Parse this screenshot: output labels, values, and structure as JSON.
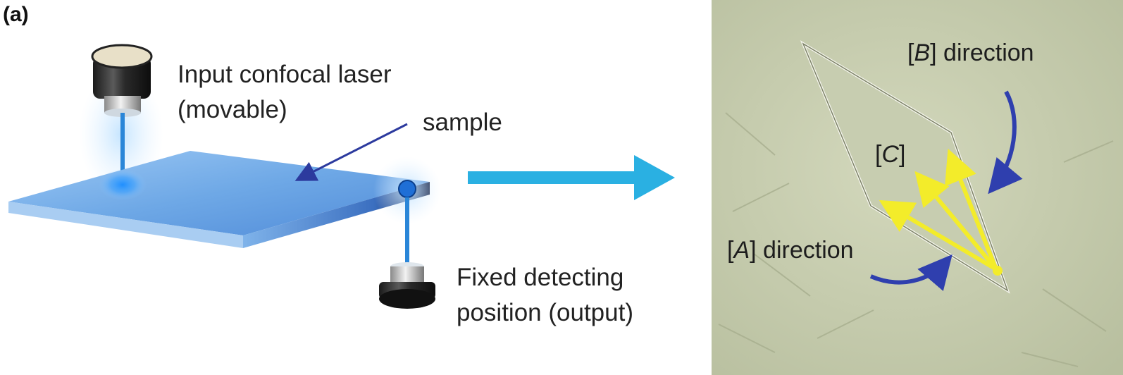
{
  "panel_label": "(a)",
  "schematic": {
    "laser_label_line1": "Input confocal laser",
    "laser_label_line2": "(movable)",
    "sample_label": "sample",
    "detector_label_line1": "Fixed detecting",
    "detector_label_line2": "position (output)"
  },
  "micrograph": {
    "dir_b_letter": "B",
    "dir_b_text": "direction",
    "dir_c_letter": "C",
    "dir_a_letter": "A",
    "dir_a_text": "direction"
  },
  "colors": {
    "arrow_main": "#2ab0e2",
    "slab_top": "#6ea8e6",
    "curved_arrow": "#2f3fae",
    "yellow_arrow": "#f3ec2a",
    "micro_bg": "#c9cfb0"
  }
}
